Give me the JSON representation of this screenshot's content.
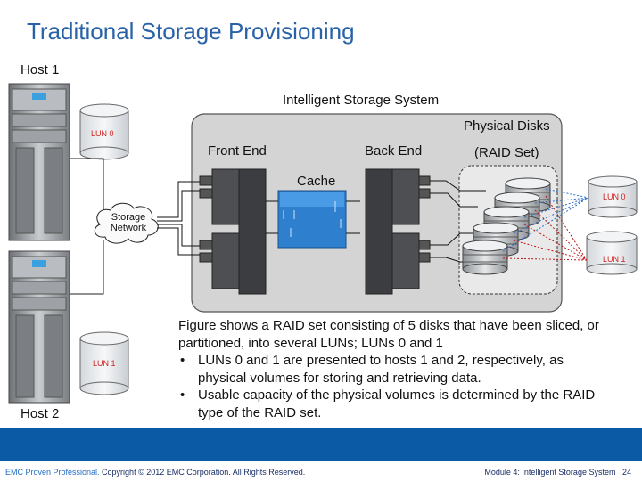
{
  "title": "Traditional Storage Provisioning",
  "hosts": [
    {
      "label": "Host 1",
      "lun_label": "LUN 0"
    },
    {
      "label": "Host 2",
      "lun_label": "LUN 1"
    }
  ],
  "storage_system": {
    "label": "Intelligent Storage System",
    "front_end": "Front End",
    "back_end": "Back End",
    "cache": "Cache",
    "physical_disks": "Physical Disks",
    "raid_set": "(RAID Set)"
  },
  "network_label_line1": "Storage",
  "network_label_line2": "Network",
  "lun_labels": {
    "lun0": "LUN 0",
    "lun1": "LUN 1"
  },
  "description": {
    "intro": "Figure shows a RAID set consisting of 5 disks that have been sliced, or partitioned, into several LUNs; LUNs 0 and 1",
    "bullets": [
      "LUNs 0 and 1 are presented to hosts 1 and 2, respectively, as physical volumes for storing and retrieving data.",
      "Usable capacity of the physical volumes is determined by the RAID type of the RAID set."
    ]
  },
  "footer": {
    "brand": "EMC Proven Professional.",
    "copyright": " Copyright © 2012 EMC Corporation. All Rights Reserved.",
    "module": "Module 4: Intelligent Storage System",
    "page": "24"
  },
  "colors": {
    "title": "#2a62a8",
    "footer_band": "#0b5aa6",
    "lun_text": "#d02020",
    "lun0_lines": "#2b6fc9",
    "lun1_lines": "#c01818"
  }
}
